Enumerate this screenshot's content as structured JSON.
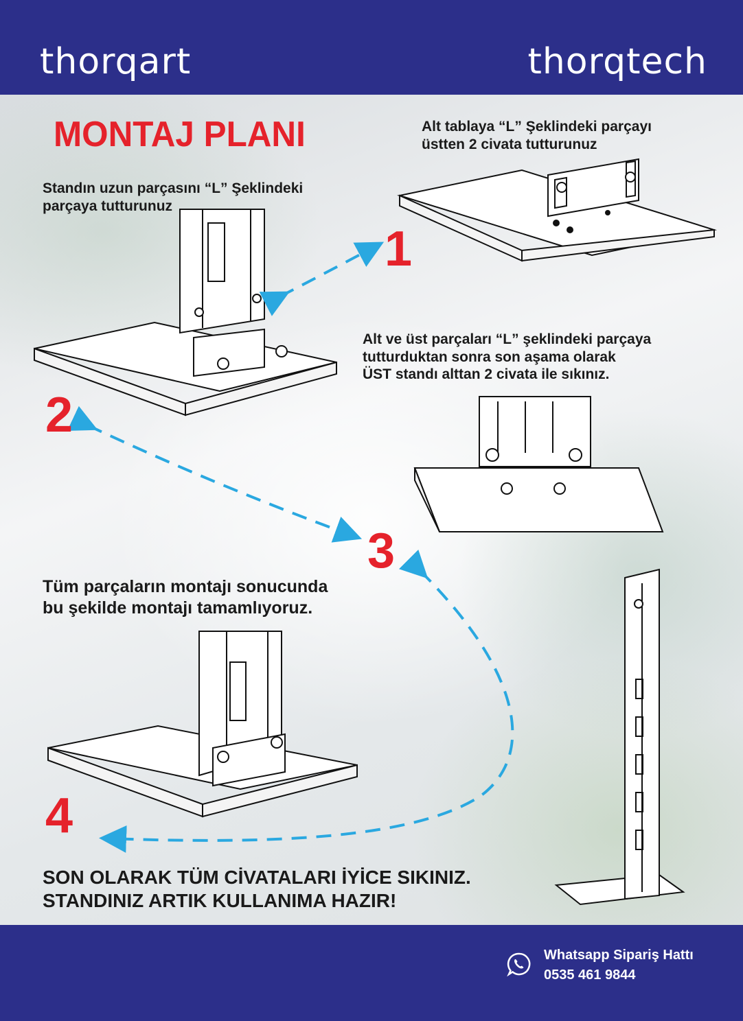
{
  "header": {
    "brand_left": "thorqart",
    "brand_right": "thorqtech"
  },
  "title": "MONTAJ PLANI",
  "instructions": {
    "step1_line1": "Alt tablaya “L” Şeklindeki parçayı",
    "step1_line2": "üstten 2 civata tutturunuz",
    "step2_line1": "Standın uzun parçasını “L” Şeklindeki",
    "step2_line2": "parçaya tutturunuz",
    "step3_line1": "Alt ve üst parçaları “L” şeklindeki parçaya",
    "step3_line2": "tutturduktan sonra son aşama olarak",
    "step3_line3": "ÜST standı alttan 2 civata ile sıkınız.",
    "step4_line1": "Tüm parçaların montajı sonucunda",
    "step4_line2": "bu şekilde montajı tamamlıyoruz.",
    "final_line1": "SON OLARAK TÜM CİVATALARI İYİCE SIKINIZ.",
    "final_line2": "STANDINIZ ARTIK KULLANIMA HAZIR!"
  },
  "steps": [
    "1",
    "2",
    "3",
    "4"
  ],
  "footer": {
    "whatsapp_label": "Whatsapp Sipariş Hattı",
    "phone": "0535 461 9844"
  },
  "colors": {
    "brand_blue": "#2c2f8a",
    "accent_red": "#e5222b",
    "arrow_blue": "#2aa8e0"
  }
}
